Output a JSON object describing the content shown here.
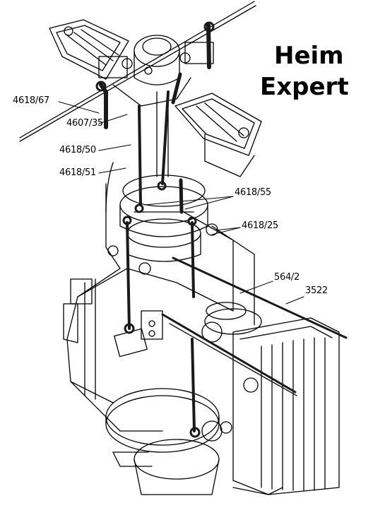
{
  "brand": {
    "line1": "Heim",
    "line2": "Expert"
  },
  "part_labels": [
    "4618/67",
    "4607/35",
    "4618/50",
    "4618/51",
    "4618/55",
    "4618/25",
    "564/2",
    "3522"
  ],
  "colors": {
    "ink": "#000000",
    "paper": "#ffffff",
    "highlight": "#1a1a1a"
  }
}
